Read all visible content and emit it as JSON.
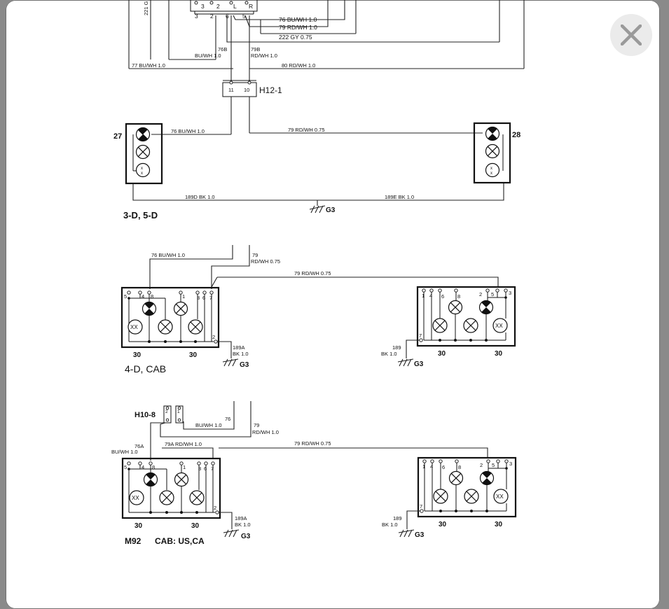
{
  "modal": {
    "close_icon": "close-icon"
  },
  "top": {
    "connector_pins": [
      "3",
      "2",
      "L",
      "R",
      "3",
      "2",
      "6",
      "5"
    ],
    "wires": [
      "76 BU/WH 1.0",
      "79 RD/WH 1.0",
      "222 GY 0.75"
    ],
    "w76b_a": "76B",
    "w76b_b": "BU/WH 1.0",
    "w79b_a": "79B",
    "w79b_b": "RD/WH 1.0",
    "w77": "77 BU/WH 1.0",
    "w80": "80 RD/WH 1.0",
    "side_num": "221 G",
    "h12_pins": [
      "11",
      "10"
    ],
    "h12_label": "H12-1"
  },
  "section1": {
    "left_num": "27",
    "right_num": "28",
    "w76": "76 BU/WH 1.0",
    "w79": "79 RD/WH 0.75",
    "w189d": "189D BK 1.0",
    "w189e": "189E BK 1.0",
    "ground": "G3",
    "caption": "3-D, 5-D"
  },
  "section2": {
    "w76": "76 BU/WH 1.0",
    "w79_a": "79",
    "w79_b": "RD/WH 0.75",
    "w79_long": "79 RD/WH 0.75",
    "left_pins_top": [
      "5",
      "4",
      "8",
      "1",
      "3",
      "6",
      "7"
    ],
    "left_pin2": "2",
    "right_pins_top": [
      "1",
      "4",
      "6",
      "8",
      "2",
      "5",
      "3"
    ],
    "right_pin7": "7",
    "left_189a_a": "189A",
    "left_189a_b": "BK 1.0",
    "right_189_a": "189",
    "right_189_b": "BK 1.0",
    "nums": [
      "30",
      "30",
      "30",
      "30"
    ],
    "ground": "G3",
    "caption": "4-D, CAB"
  },
  "section3": {
    "h10_label": "H10-8",
    "h10_pins": [
      "2",
      "1"
    ],
    "w76_a": "76",
    "w76_b": "BU/WH 1.0",
    "w79_a": "79",
    "w79_b": "RD/WH 1.0",
    "w76a_a": "76A",
    "w76a_b": "BU/WH 1.0",
    "w79a": "79A RD/WH 1.0",
    "w79_long": "79 RD/WH 0.75",
    "left_pins_top": [
      "5",
      "4",
      "8",
      "1",
      "3",
      "6",
      "7"
    ],
    "left_pin2": "2",
    "right_pins_top": [
      "1",
      "4",
      "6",
      "8",
      "2",
      "5",
      "3"
    ],
    "right_pin7": "7",
    "left_189a_a": "189A",
    "left_189a_b": "BK 1.0",
    "right_189_a": "189",
    "right_189_b": "BK 1.0",
    "nums": [
      "30",
      "30",
      "30",
      "30"
    ],
    "ground": "G3",
    "caption_a": "M92",
    "caption_b": "CAB: US,CA"
  }
}
